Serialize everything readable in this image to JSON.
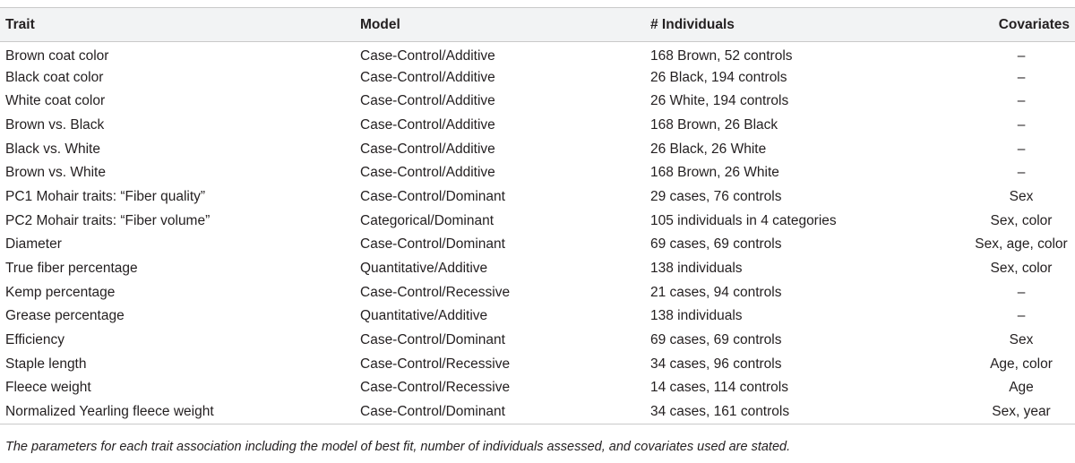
{
  "table": {
    "headers": {
      "trait": "Trait",
      "model": "Model",
      "individuals": "# Individuals",
      "covariates": "Covariates"
    },
    "rows": [
      {
        "trait": "Brown coat color",
        "model": "Case-Control/Additive",
        "individuals": "168 Brown, 52 controls",
        "covariates": "–"
      },
      {
        "trait": "Black coat color",
        "model": "Case-Control/Additive",
        "individuals": "26 Black, 194 controls",
        "covariates": "–"
      },
      {
        "trait": "White coat color",
        "model": "Case-Control/Additive",
        "individuals": "26 White, 194 controls",
        "covariates": "–"
      },
      {
        "trait": "Brown vs. Black",
        "model": "Case-Control/Additive",
        "individuals": "168 Brown, 26 Black",
        "covariates": "–"
      },
      {
        "trait": "Black vs. White",
        "model": "Case-Control/Additive",
        "individuals": "26 Black, 26 White",
        "covariates": "–"
      },
      {
        "trait": "Brown vs. White",
        "model": "Case-Control/Additive",
        "individuals": "168 Brown, 26 White",
        "covariates": "–"
      },
      {
        "trait": "PC1 Mohair traits: “Fiber quality”",
        "model": "Case-Control/Dominant",
        "individuals": "29 cases, 76 controls",
        "covariates": "Sex"
      },
      {
        "trait": "PC2 Mohair traits: “Fiber volume”",
        "model": "Categorical/Dominant",
        "individuals": "105 individuals in 4 categories",
        "covariates": "Sex, color"
      },
      {
        "trait": "Diameter",
        "model": "Case-Control/Dominant",
        "individuals": "69 cases, 69 controls",
        "covariates": "Sex, age, color"
      },
      {
        "trait": "True fiber percentage",
        "model": "Quantitative/Additive",
        "individuals": "138 individuals",
        "covariates": "Sex, color"
      },
      {
        "trait": "Kemp percentage",
        "model": "Case-Control/Recessive",
        "individuals": "21 cases, 94 controls",
        "covariates": "–"
      },
      {
        "trait": "Grease percentage",
        "model": "Quantitative/Additive",
        "individuals": "138 individuals",
        "covariates": "–"
      },
      {
        "trait": "Efficiency",
        "model": "Case-Control/Dominant",
        "individuals": "69 cases, 69 controls",
        "covariates": "Sex"
      },
      {
        "trait": "Staple length",
        "model": "Case-Control/Recessive",
        "individuals": "34 cases, 96 controls",
        "covariates": "Age, color"
      },
      {
        "trait": "Fleece weight",
        "model": "Case-Control/Recessive",
        "individuals": "14 cases, 114 controls",
        "covariates": "Age"
      },
      {
        "trait": "Normalized Yearling fleece weight",
        "model": "Case-Control/Dominant",
        "individuals": "34 cases, 161 controls",
        "covariates": "Sex, year"
      }
    ]
  },
  "footnote": "The parameters for each trait association including the model of best fit, number of individuals assessed, and covariates used are stated.",
  "colors": {
    "header_background": "#f2f3f4",
    "rule": "#c9c9c9",
    "text": "#231f20"
  }
}
